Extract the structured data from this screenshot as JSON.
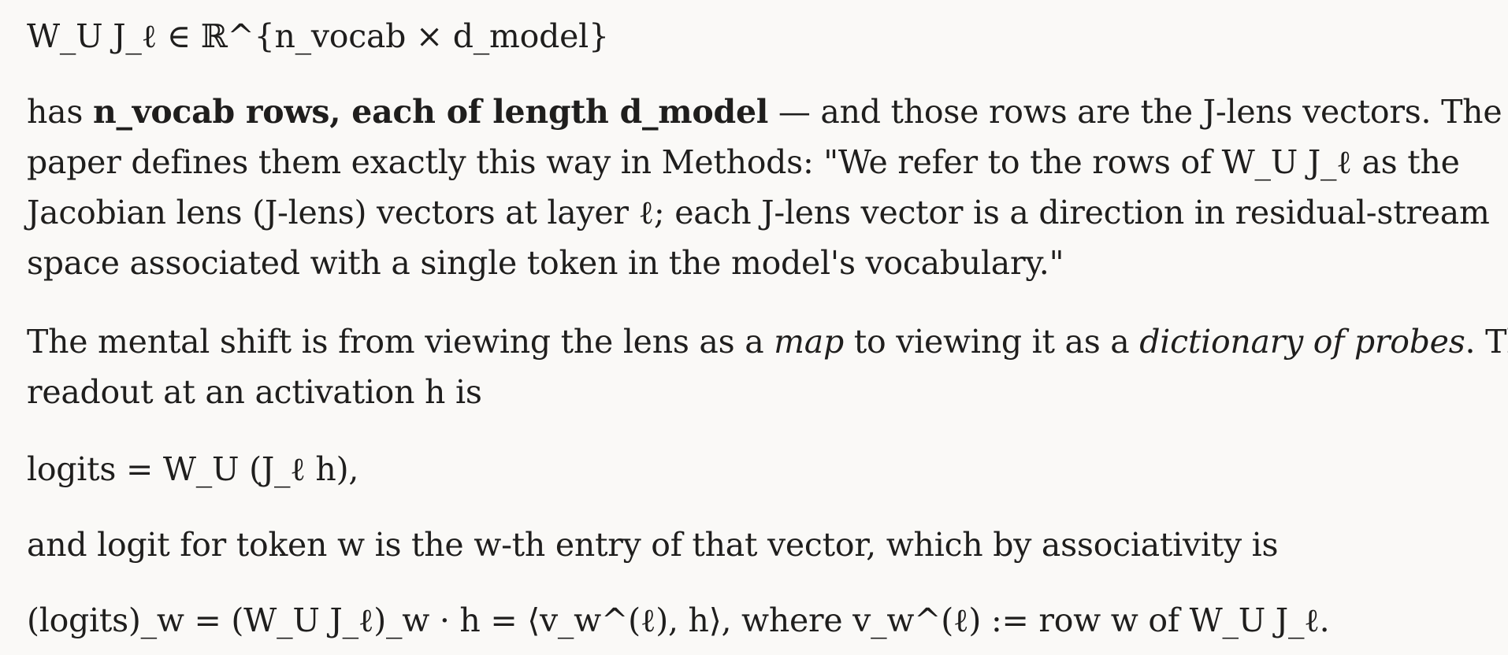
{
  "doc": {
    "p1": "W_U J_ℓ ∈ ℝ^{n_vocab × d_model}",
    "p2": {
      "l1_pre": "has ",
      "l1_bold": "n_vocab rows, each of length d_model",
      "l1_post": " — and those rows are the J-lens vectors. The",
      "l2": "paper defines them exactly this way in Methods: \"We refer to the rows of W_U J_ℓ as the",
      "l3": "Jacobian lens (J-lens) vectors at layer ℓ; each J-lens vector is a direction in residual-stream",
      "l4": "space associated with a single token in the model's vocabulary.\""
    },
    "p3": {
      "l1_a": "The mental shift is from viewing the lens as a ",
      "l1_em1": "map",
      "l1_b": " to viewing it as a ",
      "l1_em2": "dictionary of probes",
      "l1_c": ". The",
      "l2": "readout at an activation h is"
    },
    "p4": "logits = W_U (J_ℓ h),",
    "p5": "and logit for token w is the w-th entry of that vector, which by associativity is",
    "p6": "(logits)_w = (W_U J_ℓ)_w · h = ⟨v_w^(ℓ), h⟩, where v_w^(ℓ) := row w of W_U J_ℓ."
  }
}
